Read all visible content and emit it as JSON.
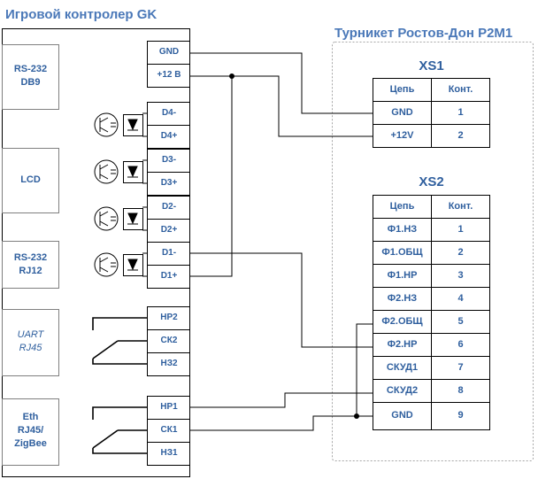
{
  "controller": {
    "title": "Игровой контролер GK",
    "blocks": [
      {
        "label": "RS-232\nDB9"
      },
      {
        "label": "LCD"
      },
      {
        "label": "RS-232\nRJ12"
      },
      {
        "label": "UART\nRJ45"
      },
      {
        "label": "Eth\nRJ45/\nZigBee"
      }
    ],
    "terminals": [
      "GND",
      "+12 B",
      "D4-",
      "D4+",
      "D3-",
      "D3+",
      "D2-",
      "D2+",
      "D1-",
      "D1+",
      "НР2",
      "СК2",
      "НЗ2",
      "НР1",
      "СК1",
      "НЗ1"
    ]
  },
  "turnstile": {
    "title": "Турникет Ростов-Дон Р2М1",
    "xs1": {
      "title": "XS1",
      "headers": [
        "Цепь",
        "Конт."
      ],
      "rows": [
        [
          "GND",
          "1"
        ],
        [
          "+12V",
          "2"
        ]
      ]
    },
    "xs2": {
      "title": "XS2",
      "headers": [
        "Цепь",
        "Конт."
      ],
      "rows": [
        [
          "Ф1.НЗ",
          "1"
        ],
        [
          "Ф1.ОБЩ",
          "2"
        ],
        [
          "Ф1.НР",
          "3"
        ],
        [
          "Ф2.НЗ",
          "4"
        ],
        [
          "Ф2.ОБЩ",
          "5"
        ],
        [
          "Ф2.НР",
          "6"
        ],
        [
          "СКУД1",
          "7"
        ],
        [
          "СКУД2",
          "8"
        ],
        [
          "GND",
          "9"
        ]
      ]
    }
  },
  "colors": {
    "text": "#2f5f9e",
    "title": "#4a78b8",
    "line": "#000000",
    "dashed_border": "#a6a6a6"
  }
}
